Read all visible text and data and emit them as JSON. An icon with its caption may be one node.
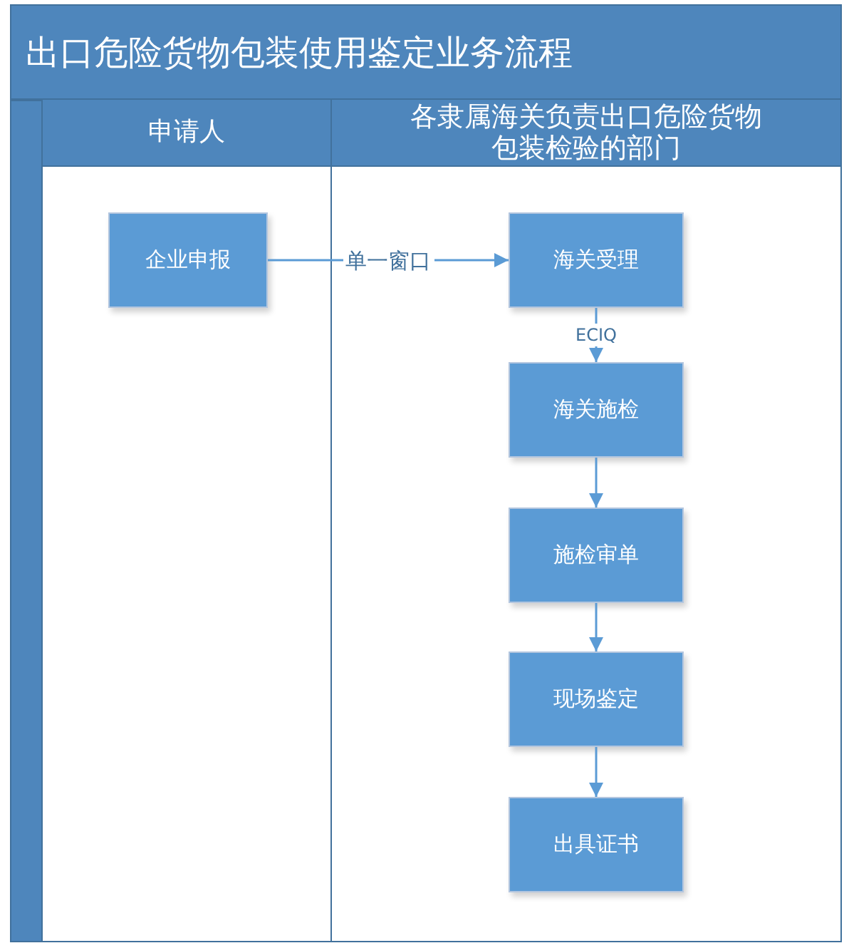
{
  "diagram": {
    "title": "出口危险货物包装使用鉴定业务流程",
    "nodes": [
      {
        "text": [],
        "shape": "bar"
      },
      {
        "text": [
          "申请人"
        ]
      },
      {
        "text": [
          "各隶属海关负责出口危险货物包装检验的部门"
        ]
      },
      {
        "text": [
          "企业申报"
        ],
        "in": 1
      },
      {
        "text": [
          "海关受理"
        ],
        "in": 2
      },
      {
        "text": [
          "海关施检"
        ],
        "in": 2
      },
      {
        "text": [
          "施检审单"
        ],
        "in": 2
      },
      {
        "text": [
          "现场鉴定"
        ],
        "in": 2
      },
      {
        "text": [
          "出具证书"
        ],
        "in": 2
      }
    ],
    "edges": [
      {
        "from": 3,
        "to": 4,
        "arrow": "to",
        "label": "单一窗口"
      },
      {
        "from": 4,
        "to": 5,
        "arrow": "to",
        "label": "ECIQ"
      },
      {
        "from": 5,
        "to": 6,
        "arrow": "to"
      },
      {
        "from": 6,
        "to": 7,
        "arrow": "to"
      },
      {
        "from": 7,
        "to": 8,
        "arrow": "to"
      }
    ]
  }
}
